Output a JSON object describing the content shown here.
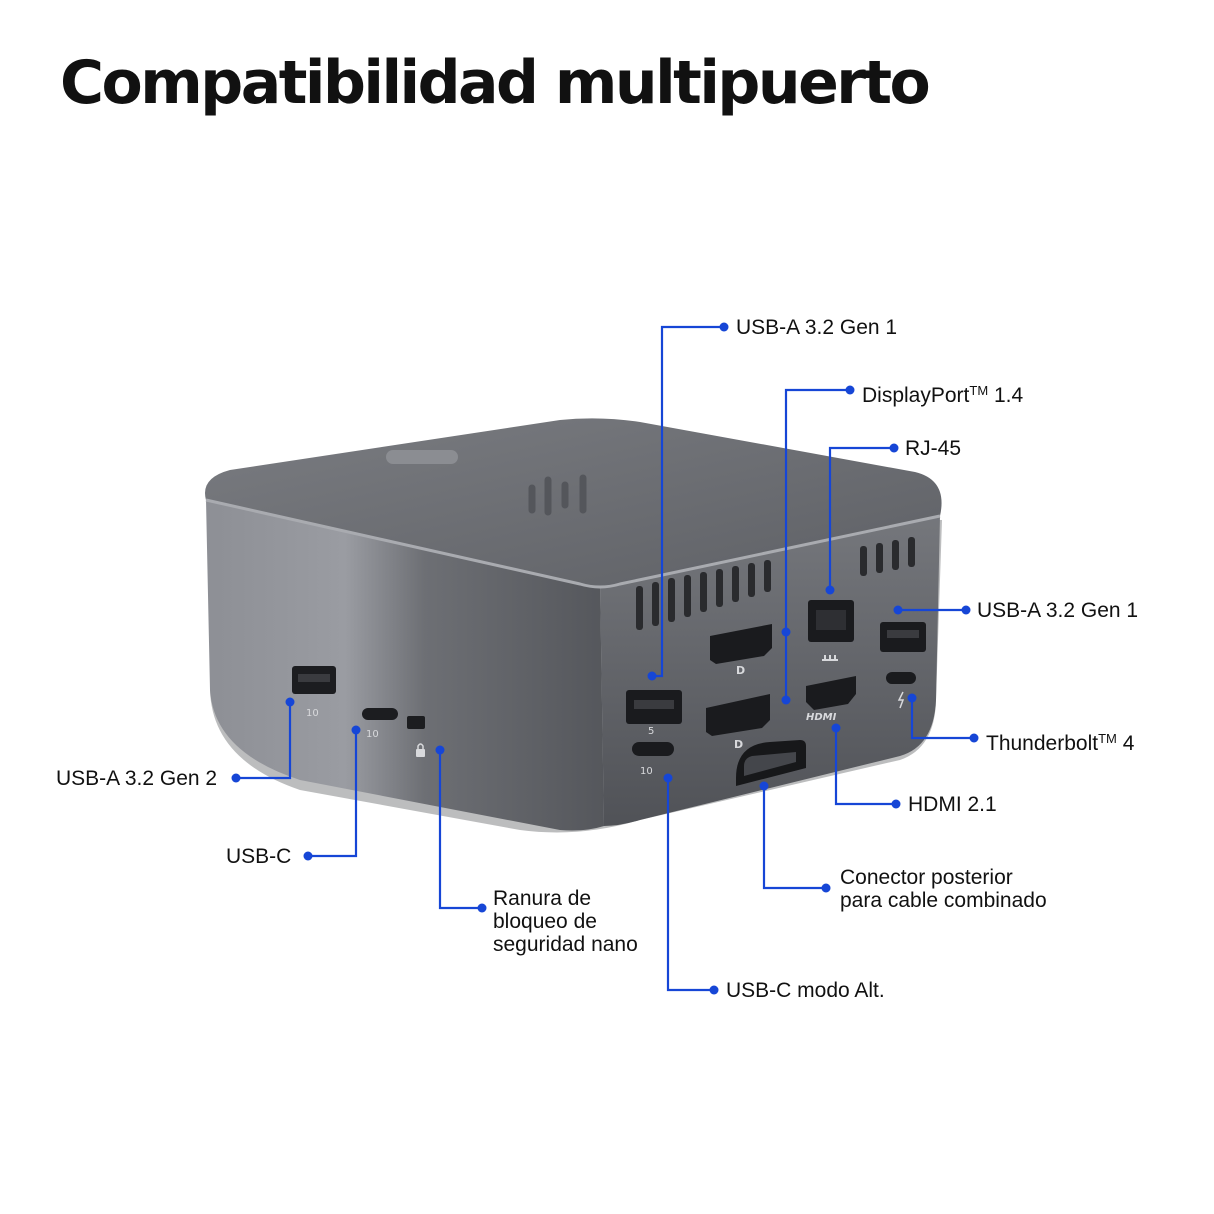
{
  "title": "Compatibilidad multipuerto",
  "colors": {
    "callout": "#1646d6",
    "text": "#111111",
    "body_light": "#8a8c92",
    "body_dark": "#4f5156",
    "top": "#6c6e73"
  },
  "callouts": {
    "usba_top": "USB-A 3.2 Gen 1",
    "displayport": {
      "name": "DisplayPort",
      "tm": "TM",
      "ver": " 1.4"
    },
    "rj45": "RJ-45",
    "usba_right": "USB-A 3.2 Gen 1",
    "thunderbolt": {
      "name": "Thunderbolt",
      "tm": "TM",
      "ver": " 4"
    },
    "hdmi": "HDMI 2.1",
    "conector": [
      "Conector posterior",
      "para cable combinado"
    ],
    "usbc_alt": "USB-C modo Alt.",
    "ranura": [
      "Ranura de",
      "bloqueo de",
      "seguridad nano"
    ],
    "usbc": "USB-C",
    "usba_gen2": "USB-A 3.2 Gen 2"
  },
  "device": {
    "port_marks": {
      "speed_10": "10",
      "speed_5": "5",
      "hdmi_logo": "HDMI",
      "dp_logo": "D"
    }
  }
}
